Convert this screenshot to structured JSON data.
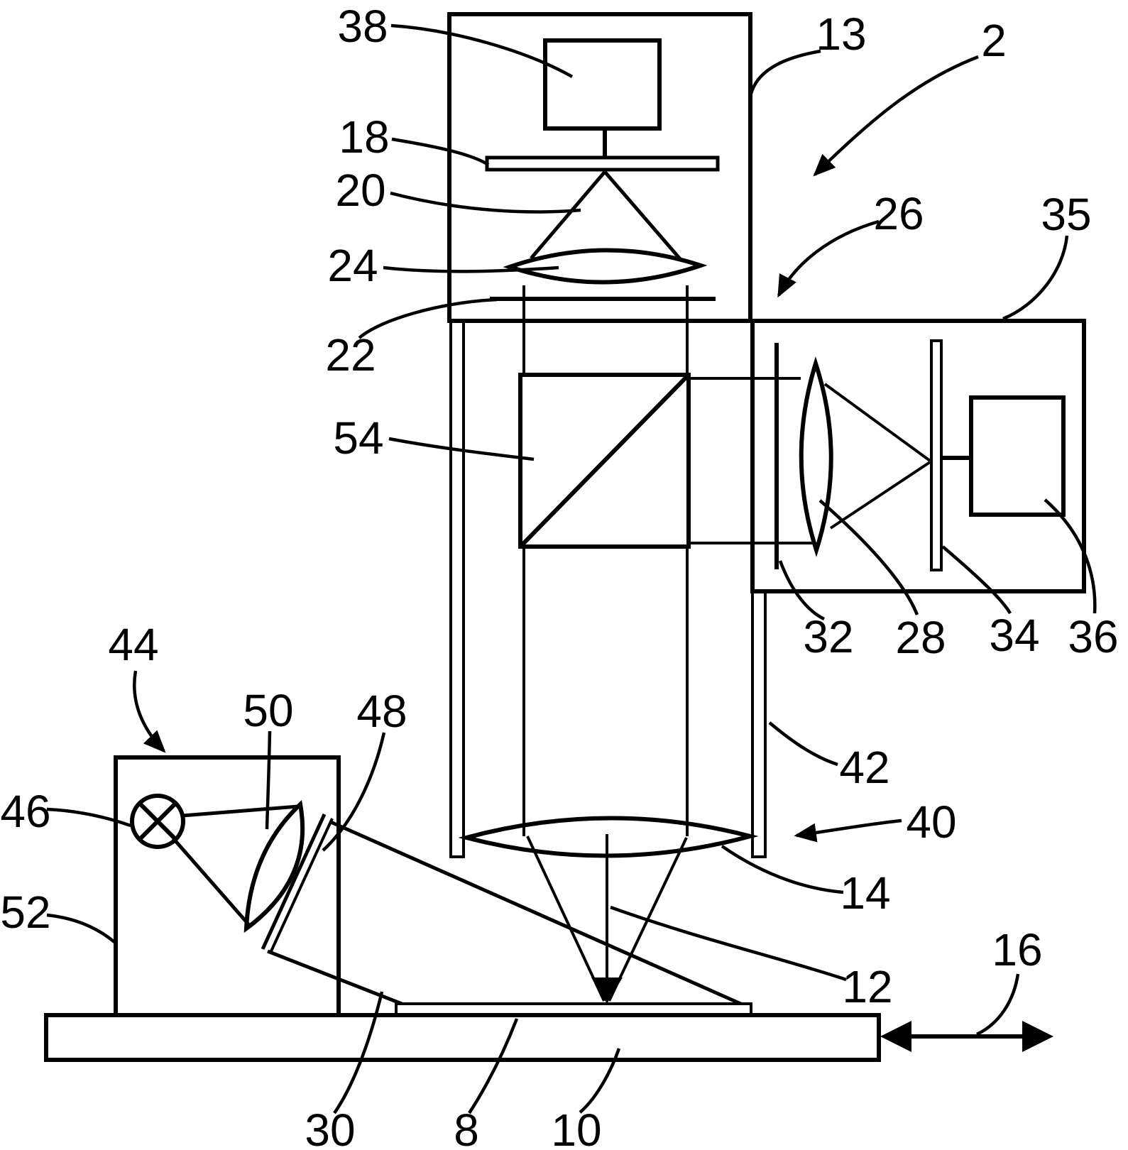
{
  "figure": {
    "type": "patent-line-diagram",
    "description": "Optical measuring apparatus with upper camera housing, beam-splitter cube, side detector unit, objective lens, oblique illumination lamp housing and movable stage",
    "background_color": "#ffffff",
    "line_color": "#000000"
  },
  "labels": {
    "2": "2",
    "8": "8",
    "10": "10",
    "12": "12",
    "13": "13",
    "14": "14",
    "16": "16",
    "18": "18",
    "20": "20",
    "22": "22",
    "24": "24",
    "26": "26",
    "28": "28",
    "30": "30",
    "32": "32",
    "34": "34",
    "35": "35",
    "36": "36",
    "38": "38",
    "40": "40",
    "42": "42",
    "44": "44",
    "46": "46",
    "48": "48",
    "50": "50",
    "52": "52",
    "54": "54"
  }
}
